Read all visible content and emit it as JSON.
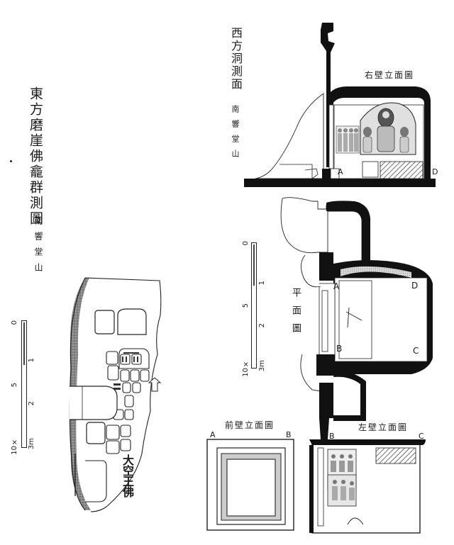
{
  "left_title": "東方磨崖佛龕群測圖",
  "left_subtitle": "南響堂山",
  "right_title": "西方洞測面",
  "right_subtitle": "南響堂山",
  "left_scale": {
    "ticks": [
      "0",
      "1",
      "5",
      "2",
      "3m"
    ],
    "unit": "10×"
  },
  "mid_scale": {
    "ticks": [
      "0",
      "1",
      "5",
      "2",
      "3m"
    ],
    "unit": "10×"
  },
  "drawing_labels": {
    "right_wall": "右壁立面圖",
    "plan": "平面圖",
    "front_wall": "前壁立面圖",
    "left_wall": "左壁立面圖"
  },
  "points": {
    "a": "A",
    "b": "B",
    "c": "C",
    "d": "D"
  },
  "inscription": "大空王佛"
}
